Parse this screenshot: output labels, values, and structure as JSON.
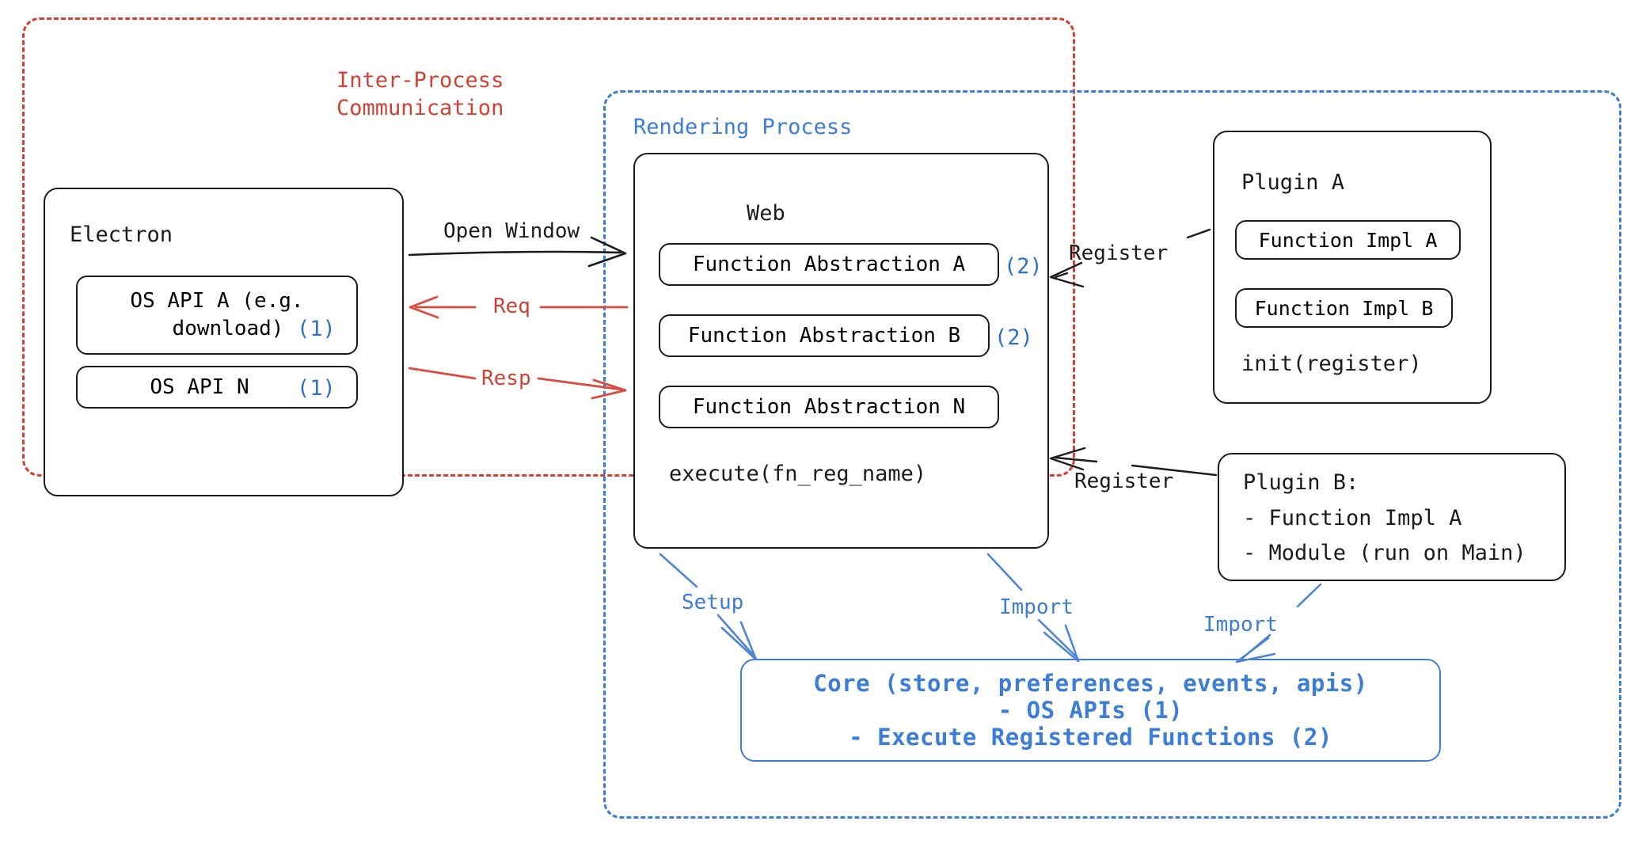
{
  "containers": {
    "ipc": {
      "label": "Inter-Process\nCommunication",
      "line1": "Inter-Process",
      "line2": "Communication",
      "color": "#cf4234"
    },
    "rendering": {
      "label": "Rendering Process",
      "color": "#3b7dd8"
    }
  },
  "electron": {
    "title": "Electron",
    "apis": [
      {
        "label": "OS API A (e.g.\ndownload)",
        "line1": "OS API A (e.g.",
        "line2": "download)",
        "marker": "(1)"
      },
      {
        "label": "OS API N",
        "line1": "OS API N",
        "line2": "",
        "marker": "(1)"
      }
    ]
  },
  "web": {
    "title": "Web",
    "abstractions": [
      {
        "label": "Function Abstraction A",
        "marker": "(2)"
      },
      {
        "label": "Function Abstraction B",
        "marker": "(2)"
      },
      {
        "label": "Function Abstraction N",
        "marker": ""
      }
    ],
    "footer": "execute(fn_reg_name)"
  },
  "plugin_a": {
    "title": "Plugin A",
    "items": [
      {
        "label": "Function Impl A"
      },
      {
        "label": "Function Impl B"
      }
    ],
    "footer": "init(register)"
  },
  "plugin_b": {
    "lines": [
      "Plugin B:",
      "- Function Impl A",
      "- Module (run on Main)"
    ]
  },
  "core": {
    "lines": [
      "Core (store, preferences, events, apis)",
      "- OS APIs (1)",
      "- Execute Registered Functions (2)"
    ],
    "color": "#3b7dd8"
  },
  "edges": [
    {
      "id": "open-window",
      "label": "Open Window",
      "color": "#1b1b1b"
    },
    {
      "id": "req",
      "label": "Req",
      "color": "#cf4234"
    },
    {
      "id": "resp",
      "label": "Resp",
      "color": "#cf4234"
    },
    {
      "id": "register-a",
      "label": "Register",
      "color": "#1b1b1b"
    },
    {
      "id": "register-b",
      "label": "Register",
      "color": "#1b1b1b"
    },
    {
      "id": "setup",
      "label": "Setup",
      "color": "#3b7dd8"
    },
    {
      "id": "import-web",
      "label": "Import",
      "color": "#3b7dd8"
    },
    {
      "id": "import-plugin",
      "label": "Import",
      "color": "#3b7dd8"
    }
  ],
  "colors": {
    "red": "#cf4234",
    "blue": "#3b7dd8",
    "blue_text": "#2f6fc4",
    "ink": "#1b1b1b",
    "background": "#ffffff"
  }
}
